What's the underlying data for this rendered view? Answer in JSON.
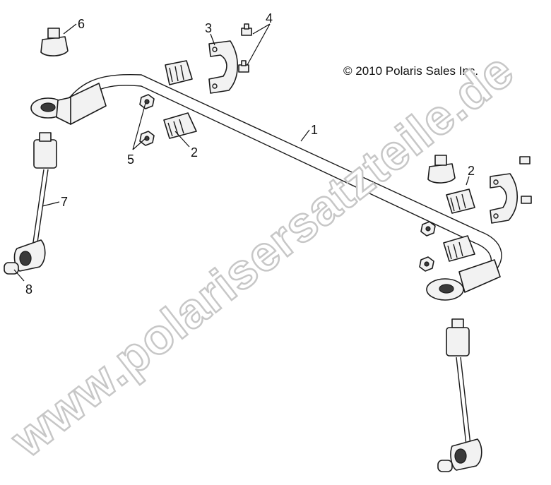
{
  "copyright": "© 2010 Polaris Sales Inc.",
  "watermark": "www.polarisersatzteile.de",
  "callouts": [
    "1",
    "2",
    "2",
    "3",
    "4",
    "5",
    "6",
    "7",
    "8"
  ],
  "parts": [
    {
      "ref": "1",
      "name": "stabilizer-bar"
    },
    {
      "ref": "2",
      "name": "bushing"
    },
    {
      "ref": "3",
      "name": "bracket"
    },
    {
      "ref": "4",
      "name": "bolt"
    },
    {
      "ref": "5",
      "name": "nut"
    },
    {
      "ref": "6",
      "name": "bump-stop"
    },
    {
      "ref": "7",
      "name": "link-rod"
    },
    {
      "ref": "8",
      "name": "sleeve"
    }
  ]
}
